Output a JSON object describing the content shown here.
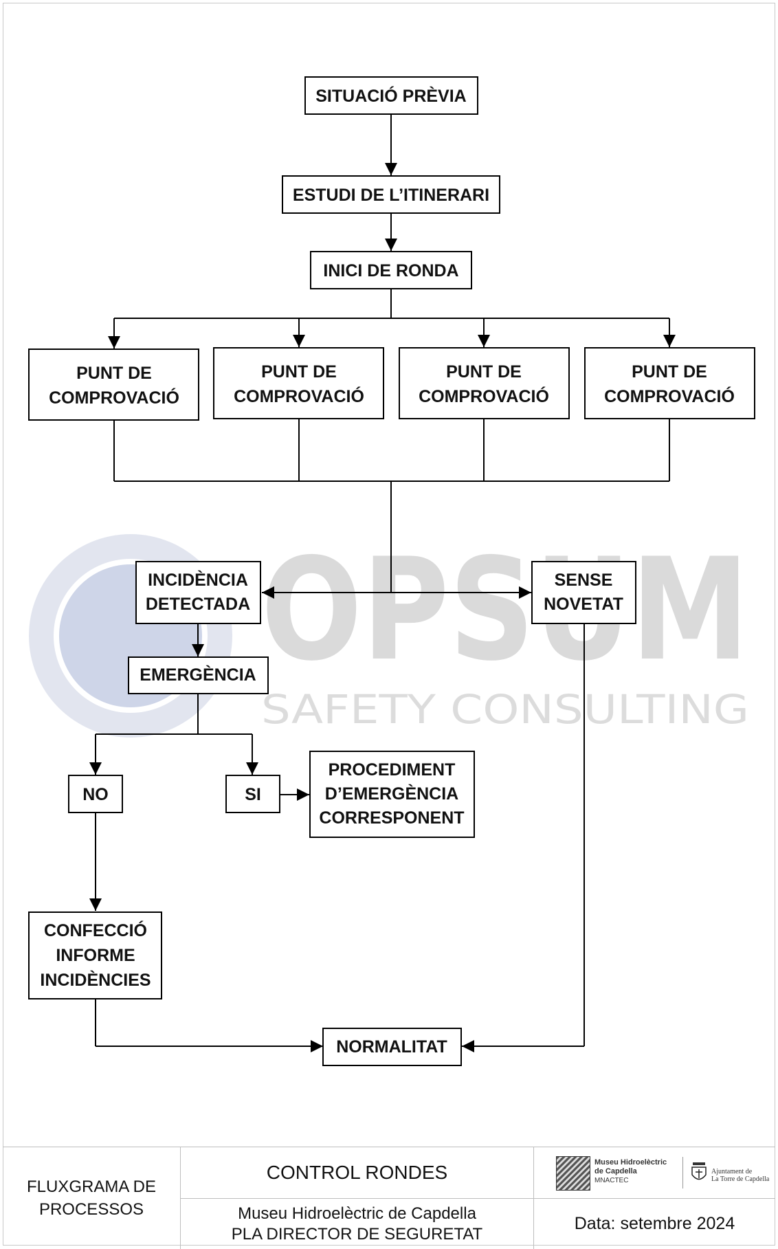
{
  "watermark": {
    "brand": "OPSUM",
    "tagline": "SAFETY CONSULTING"
  },
  "nodes": {
    "previous_situation": "SITUACIÓ PRÈVIA",
    "route_study": "ESTUDI DE L’ITINERARI",
    "round_start": "INICI DE RONDA",
    "checkpoint_line1": "PUNT DE",
    "checkpoint_line2": "COMPROVACIÓ",
    "incident_line1": "INCIDÈNCIA",
    "incident_line2": "DETECTADA",
    "no_news_line1": "SENSE",
    "no_news_line2": "NOVETAT",
    "emergency": "EMERGÈNCIA",
    "no": "NO",
    "yes": "SI",
    "procedure_line1": "PROCEDIMENT",
    "procedure_line2": "D’EMERGÈNCIA",
    "procedure_line3": "CORRESPONENT",
    "report_line1": "CONFECCIÓ",
    "report_line2": "INFORME",
    "report_line3": "INCIDÈNCIES",
    "normality": "NORMALITAT"
  },
  "footer": {
    "doc_type_line1": "FLUXGRAMA DE",
    "doc_type_line2": "PROCESSOS",
    "title": "CONTROL RONDES",
    "site": "Museu Hidroelèctric de Capdella",
    "plan": "PLA DIRECTOR DE SEGURETAT",
    "date": "Data: setembre 2024",
    "museum_logo_line1": "Museu Hidroelèctric",
    "museum_logo_line2": "de Capdella",
    "museum_logo_line3": "MNACTEC",
    "council_logo_line1": "Ajuntament de",
    "council_logo_line2": "La Torre de Capdella"
  },
  "colors": {
    "line": "#000000",
    "watermark_grey": "#d9d9d9",
    "watermark_blue": "#c5cde3"
  }
}
